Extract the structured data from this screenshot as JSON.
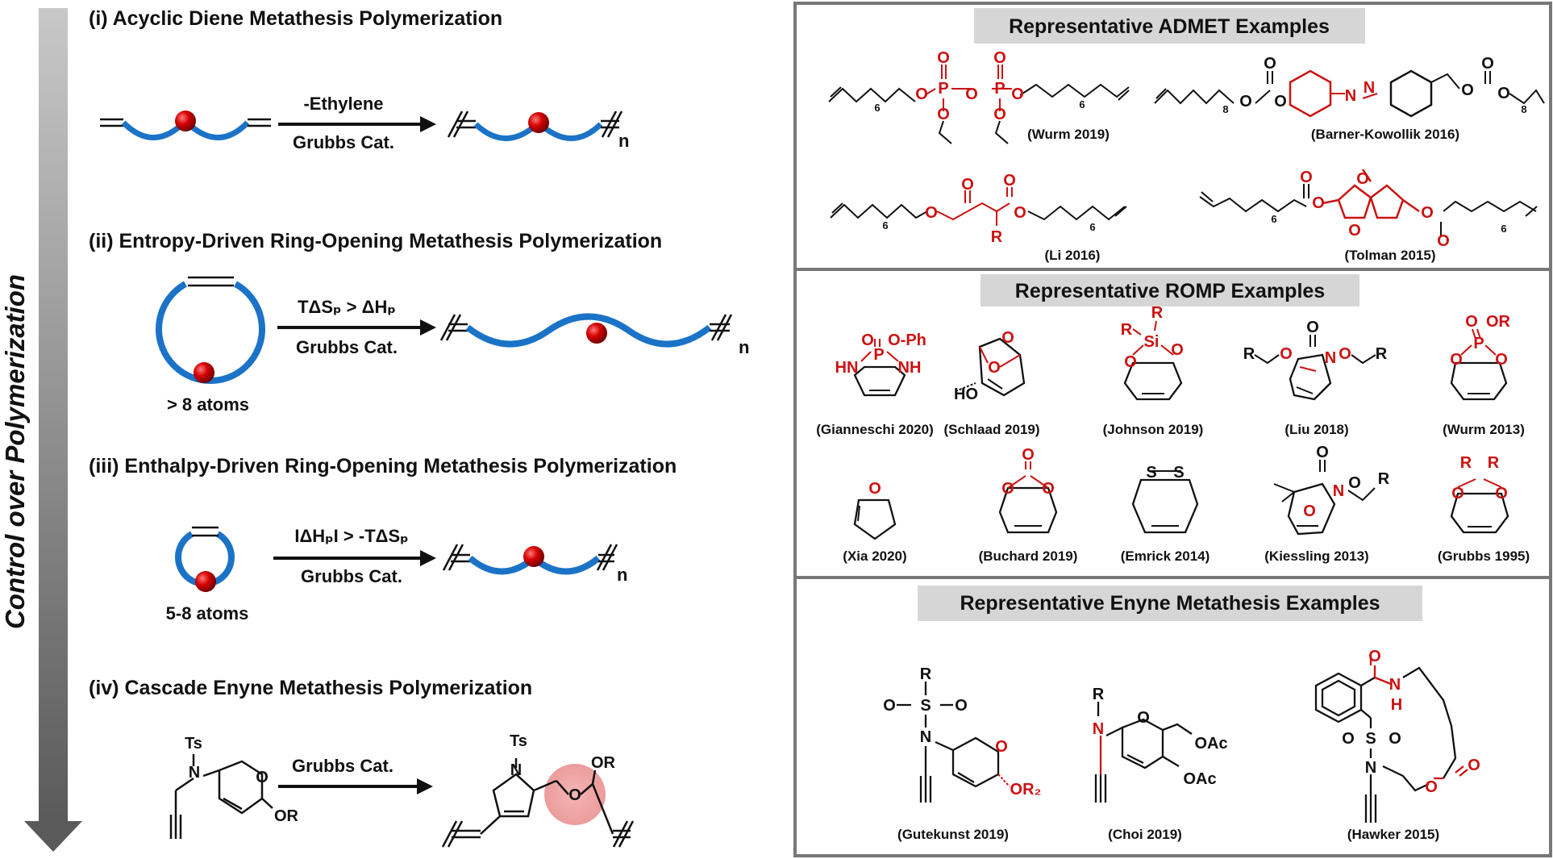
{
  "side_label": "Control over Polymerization",
  "colors": {
    "chain": "#1a73c7",
    "heteroatom": "#cc1111",
    "bead": "#cc0000",
    "panel_border": "#777777",
    "banner_bg": "#d6d6d6"
  },
  "left": {
    "sections": [
      {
        "id": "admet",
        "title": "(i) Acyclic Diene Metathesis Polymerization",
        "cond_top": "-Ethylene",
        "cond_bottom": "Grubbs Cat.",
        "product_sub": "n"
      },
      {
        "id": "ed-romp",
        "title": "(ii) Entropy-Driven Ring-Opening Metathesis Polymerization",
        "cond_top": "TΔSₚ > ΔHₚ",
        "cond_bottom": "Grubbs Cat.",
        "ring_label": "> 8 atoms",
        "product_sub": "n"
      },
      {
        "id": "enth-romp",
        "title": "(iii) Enthalpy-Driven Ring-Opening Metathesis Polymerization",
        "cond_top": "IΔHₚI > -TΔSₚ",
        "cond_bottom": "Grubbs Cat.",
        "ring_label": "5-8 atoms",
        "product_sub": "n"
      },
      {
        "id": "cemp",
        "title": "(iv) Cascade Enyne Metathesis Polymerization",
        "cond_top": "Grubbs Cat.",
        "monomer_labels": [
          "Ts",
          "N",
          "O",
          "OR"
        ],
        "product_labels": [
          "Ts",
          "N",
          "O",
          "OR"
        ]
      }
    ]
  },
  "right": {
    "admet": {
      "banner": "Representative ADMET Examples",
      "examples": [
        {
          "cite": "(Wurm 2019)",
          "atoms": [
            "O",
            "P",
            "O",
            "O",
            "O",
            "O",
            "P",
            "O",
            "O",
            "O",
            "6",
            "6"
          ]
        },
        {
          "cite": "(Barner-Kowollik 2016)",
          "atoms": [
            "O",
            "O",
            "O",
            "N",
            "N",
            "O",
            "O",
            "O",
            "8",
            "8"
          ]
        },
        {
          "cite": "(Li 2016)",
          "atoms": [
            "O",
            "O",
            "O",
            "O",
            "R",
            "6",
            "6"
          ]
        },
        {
          "cite": "(Tolman 2015)",
          "atoms": [
            "O",
            "O",
            "O",
            "O",
            "O",
            "O",
            "6",
            "6"
          ]
        }
      ]
    },
    "romp": {
      "banner": "Representative ROMP Examples",
      "examples": [
        {
          "cite": "(Gianneschi 2020)",
          "atoms": [
            "O",
            "O-Ph",
            "HN",
            "P",
            "NH"
          ]
        },
        {
          "cite": "(Schlaad 2019)",
          "atoms": [
            "HO",
            "O",
            "O"
          ]
        },
        {
          "cite": "(Johnson 2019)",
          "atoms": [
            "R",
            "R",
            "Si",
            "O",
            "O"
          ]
        },
        {
          "cite": "(Liu 2018)",
          "atoms": [
            "R",
            "O",
            "O",
            "N",
            "N",
            "O",
            "R"
          ]
        },
        {
          "cite": "(Wurm 2013)",
          "atoms": [
            "O",
            "OR",
            "P",
            "O",
            "O"
          ]
        },
        {
          "cite": "(Xia 2020)",
          "atoms": [
            "O"
          ]
        },
        {
          "cite": "(Buchard 2019)",
          "atoms": [
            "O",
            "O",
            "O"
          ]
        },
        {
          "cite": "(Emrick 2014)",
          "atoms": [
            "S",
            "S"
          ]
        },
        {
          "cite": "(Kiessling 2013)",
          "atoms": [
            "O",
            "N",
            "O",
            "R",
            "O"
          ]
        },
        {
          "cite": "(Grubbs 1995)",
          "atoms": [
            "R",
            "R",
            "O",
            "O"
          ]
        }
      ]
    },
    "enyne": {
      "banner": "Representative Enyne Metathesis Examples",
      "examples": [
        {
          "cite": "(Gutekunst 2019)",
          "atoms": [
            "R",
            "S",
            "O",
            "O",
            "N",
            "O",
            "OR₂"
          ]
        },
        {
          "cite": "(Choi 2019)",
          "atoms": [
            "R",
            "N",
            "O",
            "OAc",
            "OAc"
          ]
        },
        {
          "cite": "(Hawker 2015)",
          "atoms": [
            "O",
            "N",
            "H",
            "S",
            "O",
            "O",
            "N",
            "O",
            "O"
          ]
        }
      ]
    }
  }
}
